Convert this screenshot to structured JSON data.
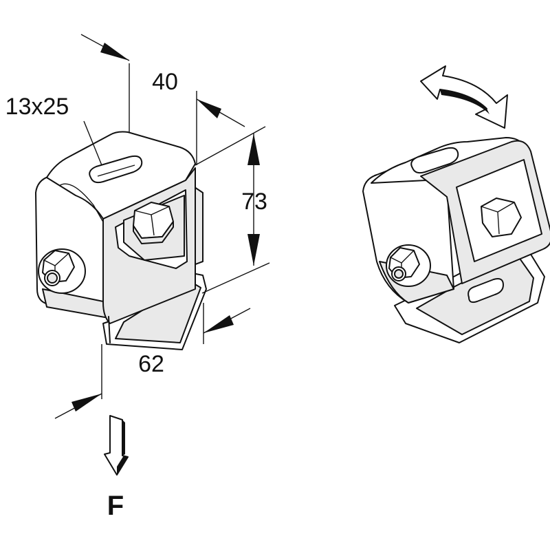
{
  "dimensions": {
    "slot": "13x25",
    "width": "40",
    "height": "73",
    "length": "62"
  },
  "force": {
    "label": "F"
  },
  "icons": {
    "force_arrow": "down-arrow-icon",
    "rotation_arrow": "curved-double-arrow-icon"
  }
}
